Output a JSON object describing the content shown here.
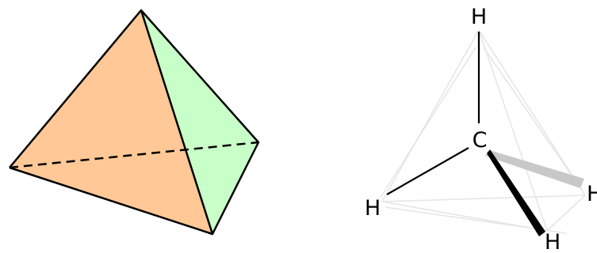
{
  "colors": {
    "left_face": "#ffc896",
    "right_face": "#c8ffc8",
    "edge": "#000000",
    "cage_line": "#e6e6e6",
    "bond_line": "#000000",
    "hashed_bond": "#c8c8c8",
    "background": "#ffffff"
  },
  "molecule": {
    "atoms": {
      "h_top": "H",
      "carbon": "C",
      "h_left": "H",
      "h_bottom": "H",
      "h_right": "H"
    }
  }
}
